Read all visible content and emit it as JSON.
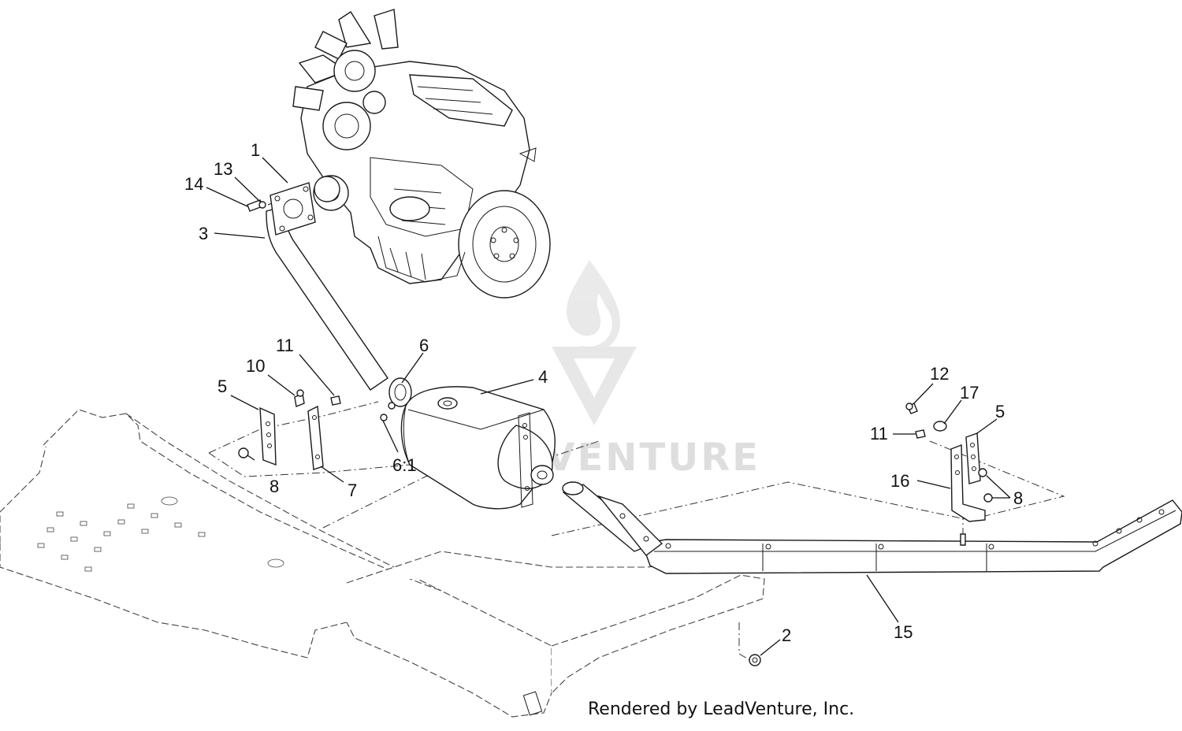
{
  "callouts": [
    {
      "id": "c1",
      "text": "1"
    },
    {
      "id": "c13",
      "text": "13"
    },
    {
      "id": "c14",
      "text": "14"
    },
    {
      "id": "c3",
      "text": "3"
    },
    {
      "id": "c11a",
      "text": "11"
    },
    {
      "id": "c10",
      "text": "10"
    },
    {
      "id": "c5a",
      "text": "5"
    },
    {
      "id": "c6",
      "text": "6"
    },
    {
      "id": "c4",
      "text": "4"
    },
    {
      "id": "c8a",
      "text": "8"
    },
    {
      "id": "c7",
      "text": "7"
    },
    {
      "id": "c61",
      "text": "6:1"
    },
    {
      "id": "c12",
      "text": "12"
    },
    {
      "id": "c17",
      "text": "17"
    },
    {
      "id": "c11b",
      "text": "11"
    },
    {
      "id": "c5b",
      "text": "5"
    },
    {
      "id": "c16",
      "text": "16"
    },
    {
      "id": "c8b",
      "text": "8"
    },
    {
      "id": "c15",
      "text": "15"
    },
    {
      "id": "c2",
      "text": "2"
    }
  ],
  "watermark": {
    "text": "LEADVENTURE",
    "icon": "leadventure-flame-logo"
  },
  "footer": {
    "text": "Rendered by LeadVenture, Inc."
  }
}
